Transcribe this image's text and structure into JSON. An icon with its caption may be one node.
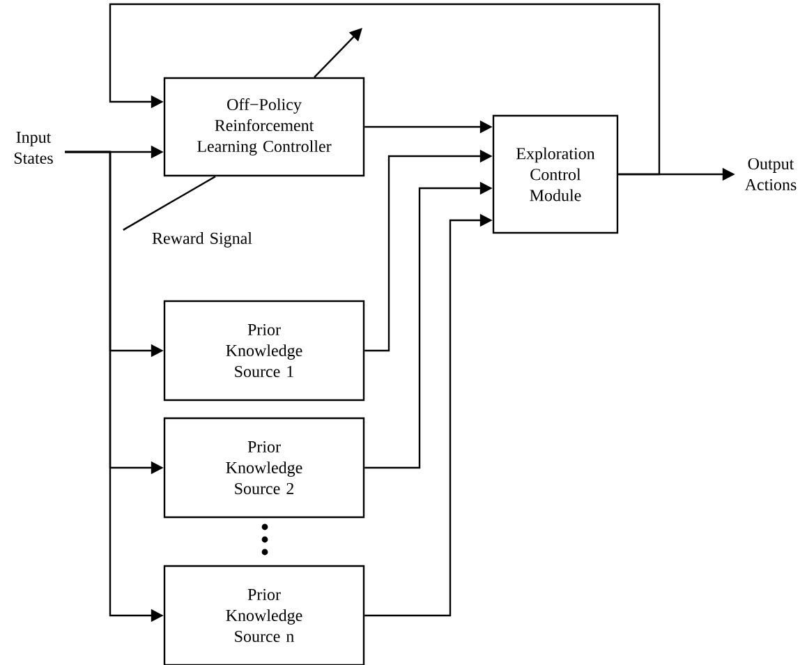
{
  "diagram": {
    "nodes": [
      {
        "text": [
          "Input States"
        ]
      },
      {
        "text": [
          "Off−Policy Reinforcement Learning Controller"
        ]
      },
      {
        "text": [
          "Exploration Control Module"
        ]
      },
      {
        "text": [
          "Output Actions"
        ]
      },
      {
        "text": [
          "Reward Signal"
        ]
      },
      {
        "text": [
          "Prior Knowledge Source 1"
        ]
      },
      {
        "text": [
          "Prior Knowledge Source 2"
        ]
      },
      {
        "text": [
          "Prior Knowledge Source n"
        ]
      }
    ],
    "edges": [
      {
        "from": 0,
        "to": 1,
        "arrow": "to"
      },
      {
        "from": 0,
        "to": 5,
        "arrow": "to"
      },
      {
        "from": 0,
        "to": 6,
        "arrow": "to"
      },
      {
        "from": 0,
        "to": 7,
        "arrow": "to"
      },
      {
        "from": 1,
        "to": 2,
        "arrow": "to"
      },
      {
        "from": 5,
        "to": 2,
        "arrow": "to"
      },
      {
        "from": 6,
        "to": 2,
        "arrow": "to"
      },
      {
        "from": 7,
        "to": 2,
        "arrow": "to"
      },
      {
        "from": 2,
        "to": 3,
        "arrow": "to"
      },
      {
        "from": 2,
        "to": 1,
        "arrow": "to"
      },
      {
        "from": 4,
        "to": 1,
        "arrow": "none"
      },
      {
        "from": 1,
        "to": null,
        "arrow": "to"
      }
    ]
  }
}
